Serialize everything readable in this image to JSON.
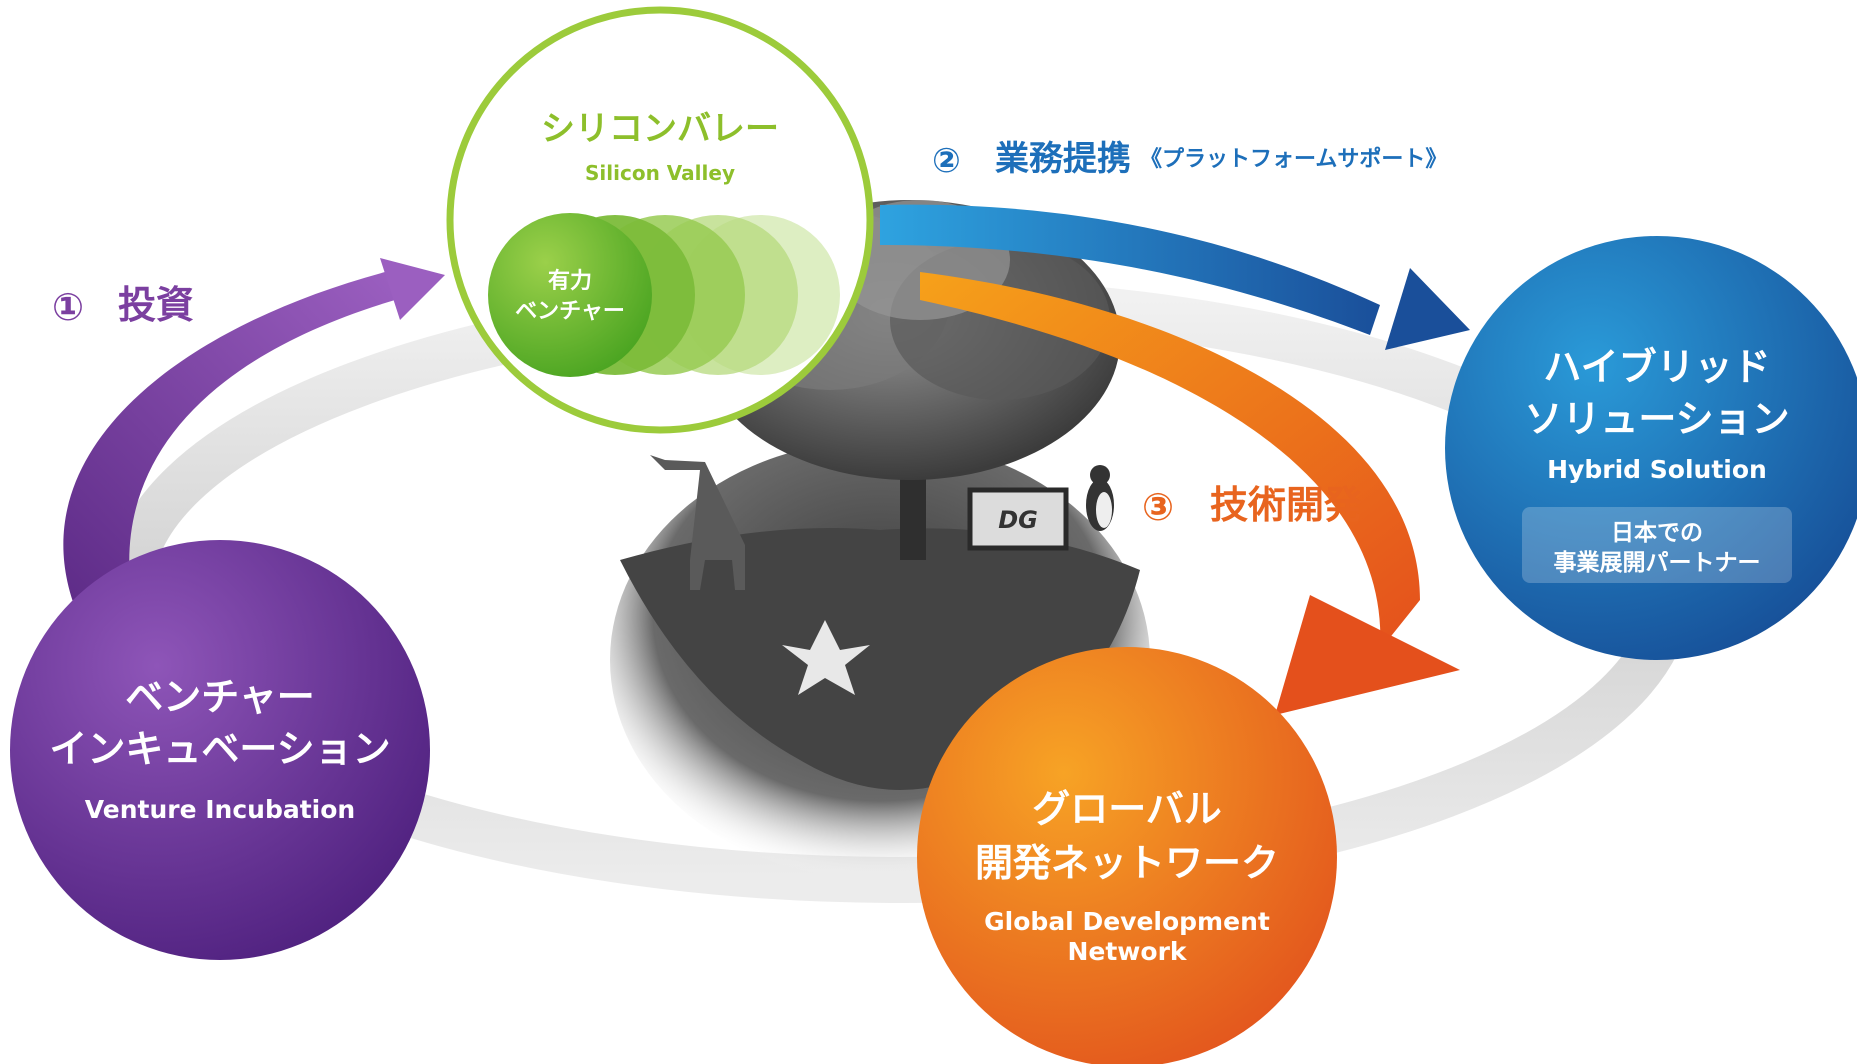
{
  "silicon_valley": {
    "title_jp": "シリコンバレー",
    "title_en": "Silicon Valley",
    "venture_line1": "有力",
    "venture_line2": "ベンチャー"
  },
  "flows": [
    {
      "number": "①",
      "label": "投資",
      "color": "#7b3fa0"
    },
    {
      "number": "②",
      "label": "業務提携",
      "sub": "《プラットフォームサポート》",
      "color": "#1d6fba"
    },
    {
      "number": "③",
      "label": "技術開発",
      "color": "#e8641e"
    }
  ],
  "nodes": {
    "venture_incubation": {
      "line1": "ベンチャー",
      "line2": "インキュベーション",
      "en": "Venture Incubation",
      "color": "#5b2b8c"
    },
    "hybrid_solution": {
      "line1": "ハイブリッド",
      "line2": "ソリューション",
      "en": "Hybrid Solution",
      "badge_line1": "日本での",
      "badge_line2": "事業展開パートナー",
      "color": "#1c5fa8"
    },
    "global_network": {
      "line1": "グローバル",
      "line2": "開発ネットワーク",
      "en_line1": "Global Development",
      "en_line2": "Network",
      "color": "#e8641e"
    }
  },
  "center_logo": "DG"
}
